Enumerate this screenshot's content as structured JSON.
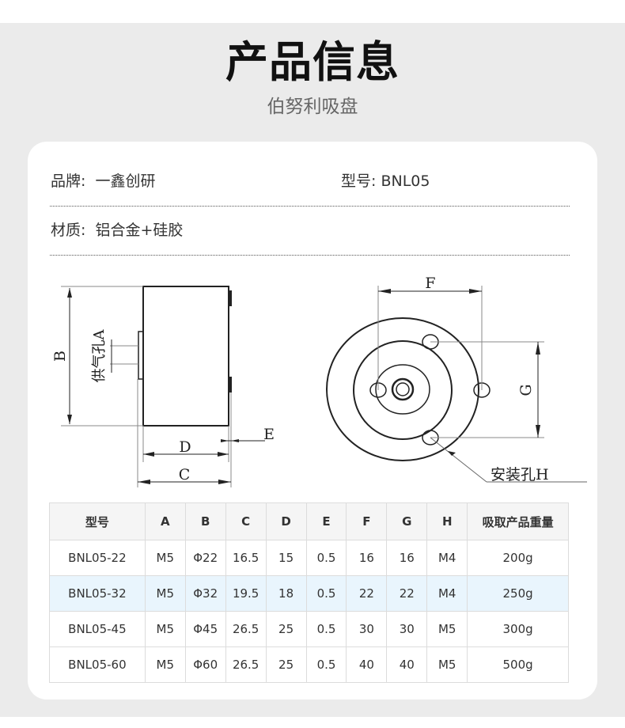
{
  "header": {
    "title": "产品信息",
    "subtitle": "伯努利吸盘"
  },
  "info": {
    "brand_label": "品牌:",
    "brand_value": "一鑫创研",
    "model_label": "型号:",
    "model_value": "BNL05",
    "material_label": "材质:",
    "material_value": "铝合金+硅胶"
  },
  "drawing": {
    "side_view": {
      "labels": {
        "B": "B",
        "D": "D",
        "C": "C",
        "E": "E",
        "air_port": "供气孔A"
      }
    },
    "front_view": {
      "labels": {
        "F": "F",
        "G": "G",
        "mount_hole": "安装孔H"
      }
    }
  },
  "table": {
    "headers": [
      "型号",
      "A",
      "B",
      "C",
      "D",
      "E",
      "F",
      "G",
      "H",
      "吸取产品重量"
    ],
    "rows": [
      [
        "BNL05-22",
        "M5",
        "Φ22",
        "16.5",
        "15",
        "0.5",
        "16",
        "16",
        "M4",
        "200g"
      ],
      [
        "BNL05-32",
        "M5",
        "Φ32",
        "19.5",
        "18",
        "0.5",
        "22",
        "22",
        "M4",
        "250g"
      ],
      [
        "BNL05-45",
        "M5",
        "Φ45",
        "26.5",
        "25",
        "0.5",
        "30",
        "30",
        "M5",
        "300g"
      ],
      [
        "BNL05-60",
        "M5",
        "Φ60",
        "26.5",
        "25",
        "0.5",
        "40",
        "40",
        "M5",
        "500g"
      ]
    ],
    "highlight_row": 1,
    "highlight_color": "#e9f5fd"
  },
  "colors": {
    "band_bg": "#ebebeb",
    "card_bg": "#ffffff",
    "header_bg": "#f5f5f5"
  }
}
